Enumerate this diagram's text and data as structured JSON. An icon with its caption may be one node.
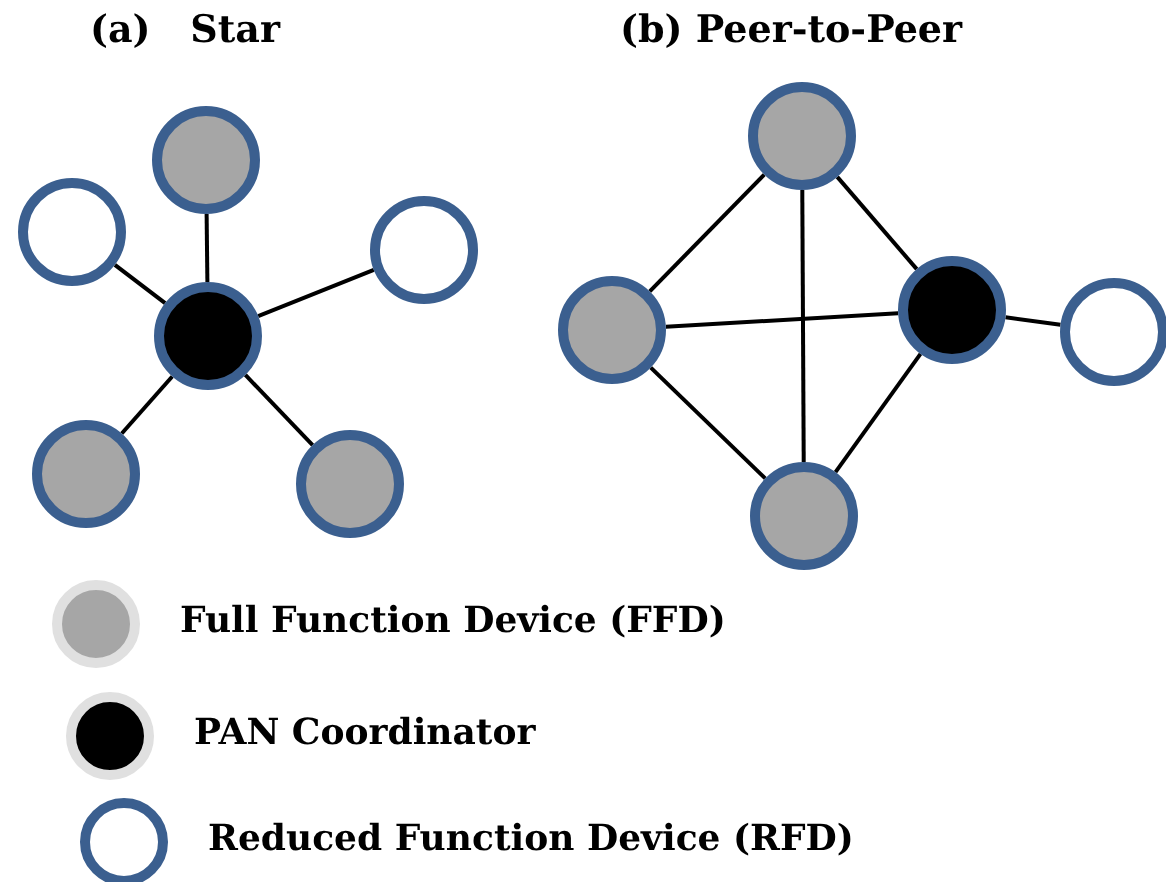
{
  "diagram": {
    "nodes": [
      {
        "text": [],
        "shape": "circle"
      },
      {
        "text": [],
        "shape": "circle"
      },
      {
        "text": [],
        "shape": "circle"
      },
      {
        "text": [],
        "shape": "circle"
      },
      {
        "text": [],
        "shape": "circle"
      },
      {
        "text": [],
        "shape": "circle"
      },
      {
        "text": [],
        "shape": "circle"
      },
      {
        "text": [],
        "shape": "circle"
      },
      {
        "text": [],
        "shape": "circle"
      },
      {
        "text": [],
        "shape": "circle"
      },
      {
        "text": [],
        "shape": "circle"
      }
    ],
    "edges": [
      {
        "from": 3,
        "to": 0,
        "arrow": "none"
      },
      {
        "from": 3,
        "to": 1,
        "arrow": "none"
      },
      {
        "from": 3,
        "to": 2,
        "arrow": "none"
      },
      {
        "from": 3,
        "to": 4,
        "arrow": "none"
      },
      {
        "from": 3,
        "to": 5,
        "arrow": "none"
      },
      {
        "from": 6,
        "to": 7,
        "arrow": "none"
      },
      {
        "from": 6,
        "to": 8,
        "arrow": "none"
      },
      {
        "from": 6,
        "to": 10,
        "arrow": "none"
      },
      {
        "from": 7,
        "to": 8,
        "arrow": "none"
      },
      {
        "from": 7,
        "to": 10,
        "arrow": "none"
      },
      {
        "from": 8,
        "to": 10,
        "arrow": "none"
      },
      {
        "from": 8,
        "to": 9,
        "arrow": "none"
      }
    ],
    "labels": [
      "(a)   Star",
      "(b) Peer-to-Peer"
    ],
    "legend": [
      {
        "text": "Full Function Device (FFD)",
        "color": "#a6a6a6"
      },
      {
        "text": "PAN Coordinator",
        "color": "#000000"
      },
      {
        "text": "Reduced Function Device (RFD)",
        "color": "#ffffff"
      }
    ]
  }
}
